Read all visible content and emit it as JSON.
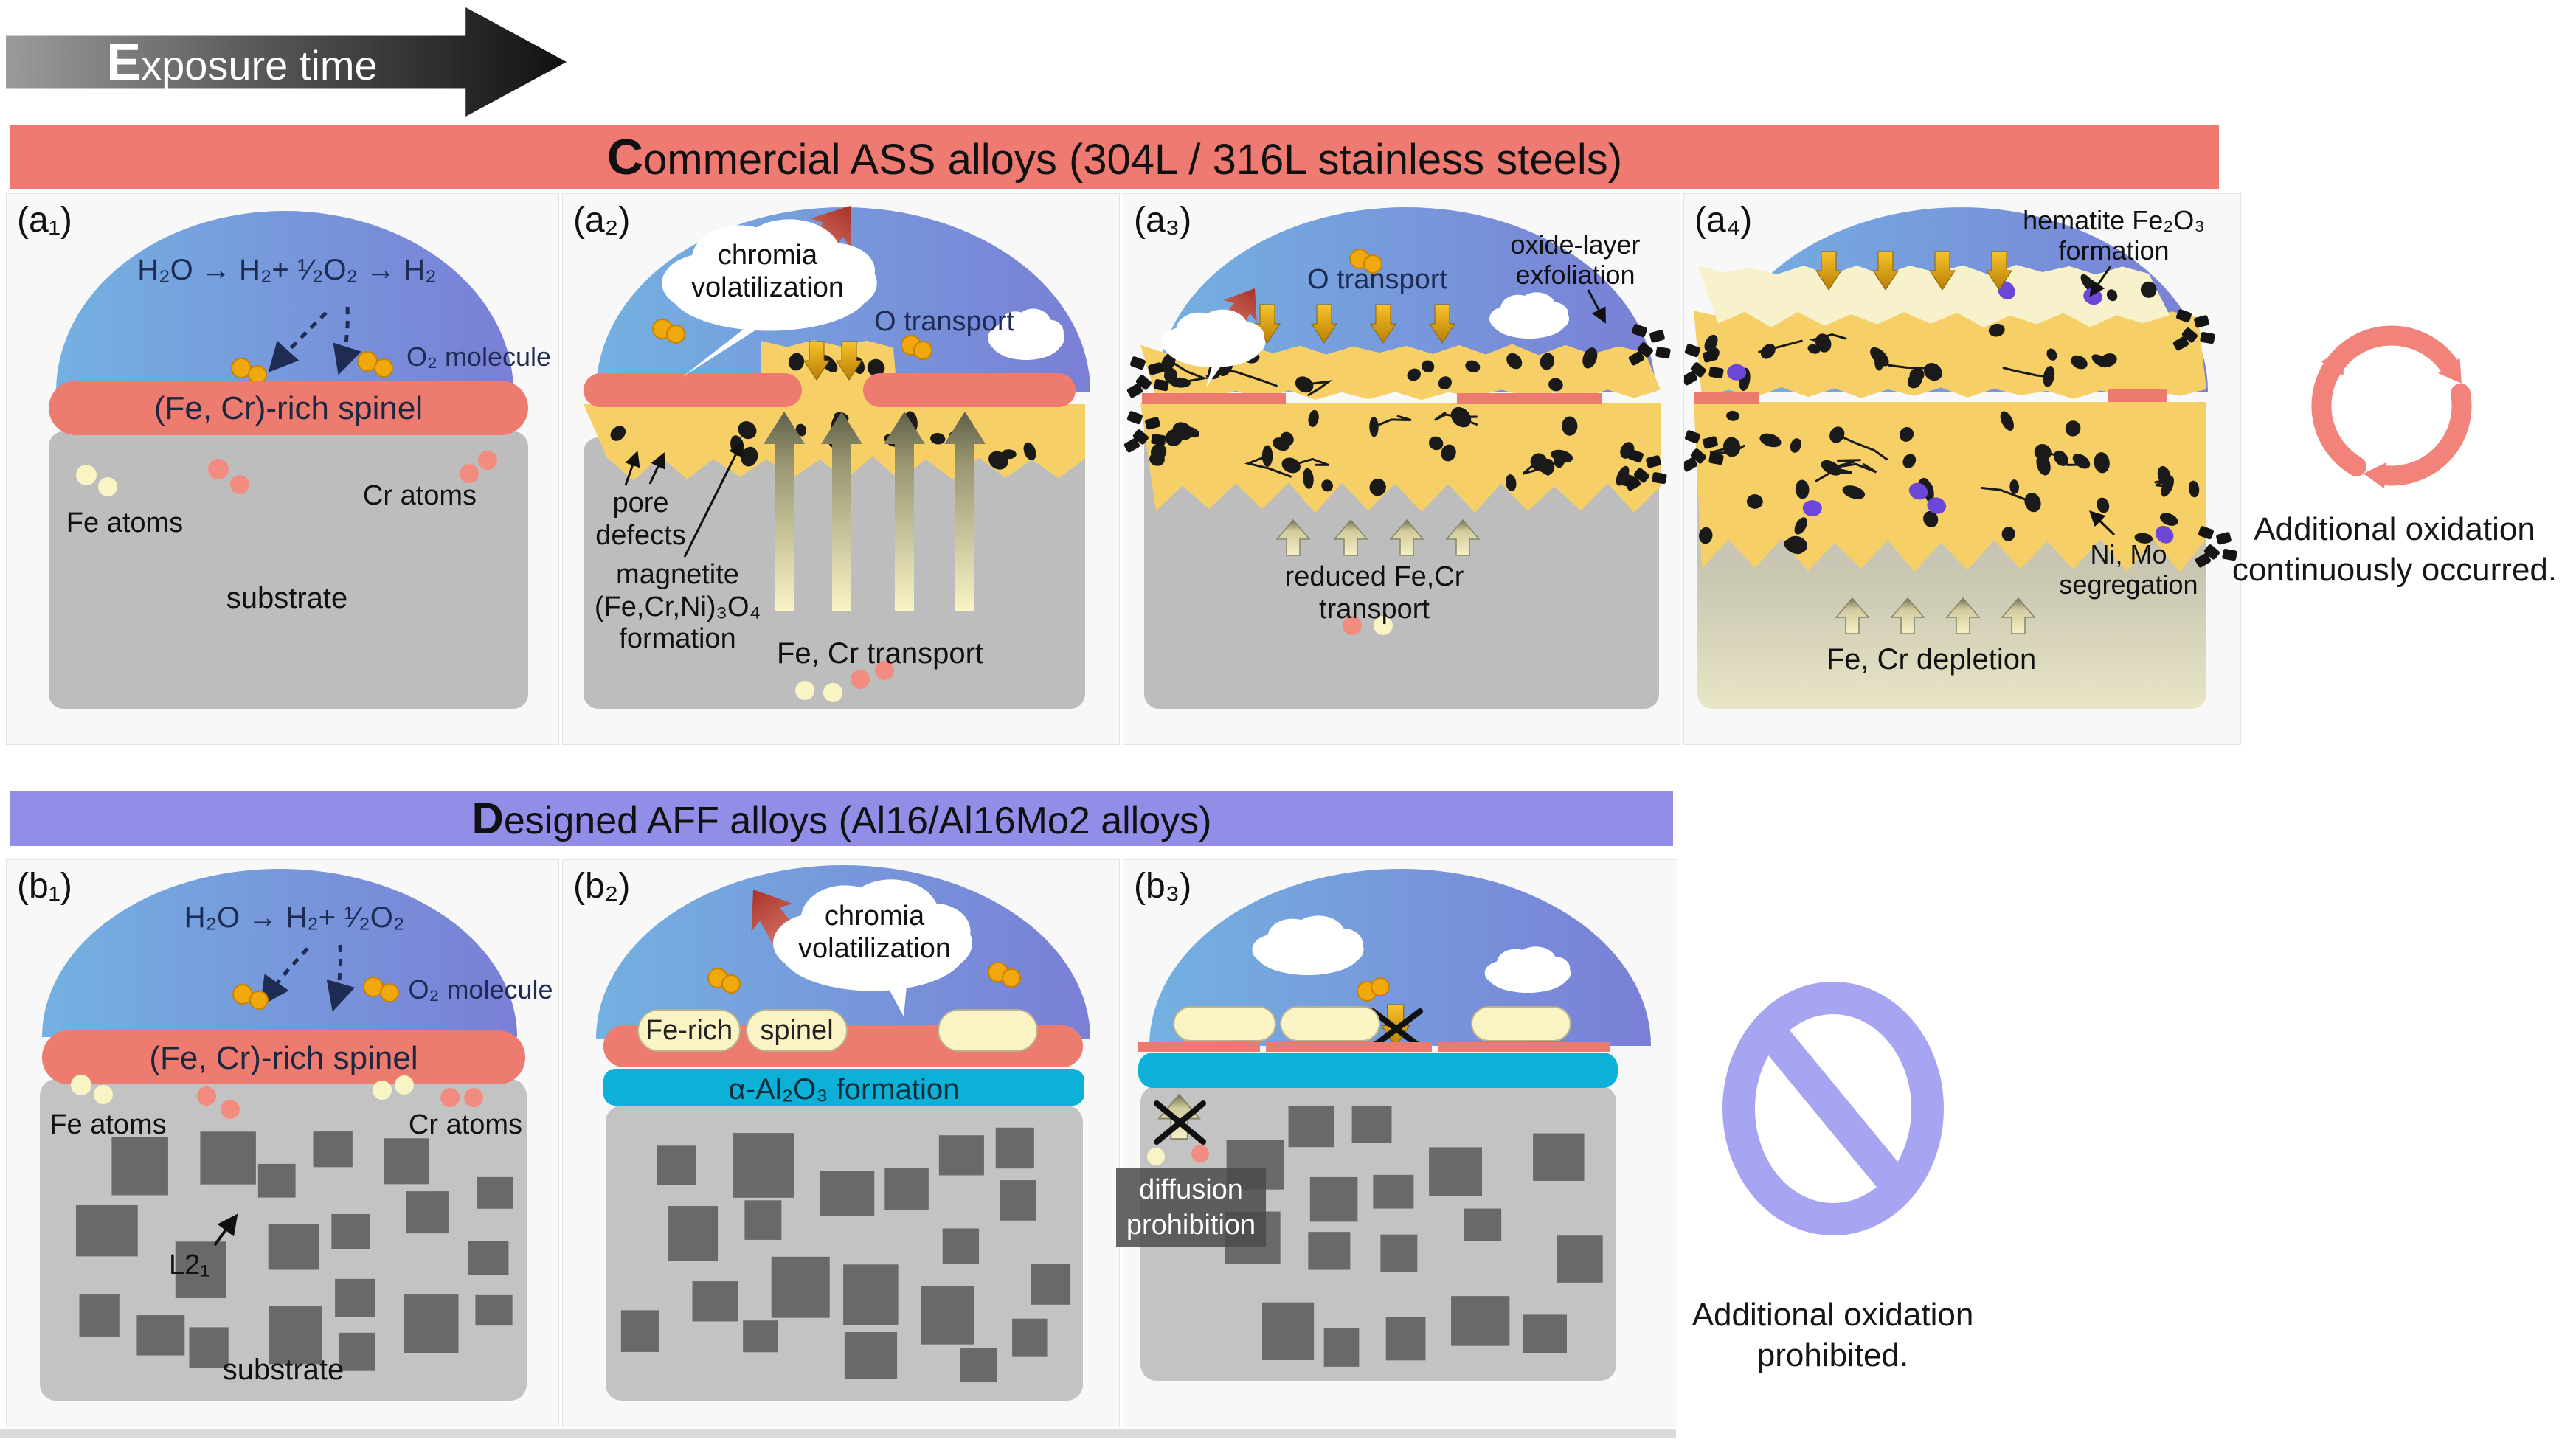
{
  "exposure": {
    "first": "E",
    "rest": "xposure time"
  },
  "sections": {
    "a": {
      "title_first": "C",
      "title_rest": "ommercial ASS alloys (304L / 316L stainless steels)"
    },
    "b": {
      "title_first": "D",
      "title_rest": "esigned AFF alloys (Al16/Al16Mo2 alloys)"
    }
  },
  "panels": {
    "a1": {
      "tag": "(a₁)",
      "formula": "H₂O → H₂+ ¹⁄₂O₂ → H₂",
      "o2": "O₂ molecule",
      "spinel": "(Fe, Cr)-rich spinel",
      "fe": "Fe atoms",
      "cr": "Cr atoms",
      "substrate": "substrate"
    },
    "a2": {
      "tag": "(a₂)",
      "cloud": "chromia volatilization",
      "o_transport": "O transport",
      "pore": "pore defects",
      "magnetite": "magnetite (Fe,Cr,Ni)₃O₄ formation",
      "transport": "Fe, Cr transport"
    },
    "a3": {
      "tag": "(a₃)",
      "o_transport": "O transport",
      "exfoliation": "oxide-layer exfoliation",
      "reduced": "reduced Fe,Cr transport"
    },
    "a4": {
      "tag": "(a₄)",
      "hematite": "hematite Fe₂O₃ formation",
      "nimo": "Ni, Mo segregation",
      "depletion": "Fe, Cr depletion"
    },
    "b1": {
      "tag": "(b₁)",
      "formula": "H₂O → H₂+ ¹⁄₂O₂",
      "o2": "O₂ molecule",
      "spinel": "(Fe, Cr)-rich spinel",
      "fe": "Fe atoms",
      "cr": "Cr atoms",
      "l21": "L2₁",
      "substrate": "substrate"
    },
    "b2": {
      "tag": "(b₂)",
      "cloud": "chromia volatilization",
      "fe_rich": "Fe-rich",
      "spinel": "spinel",
      "alumina": "α-Al₂O₃ formation"
    },
    "b3": {
      "tag": "(b₃)",
      "diffusion": "diffusion prohibition"
    }
  },
  "right": {
    "continuous": "Additional oxidation continuously occurred.",
    "prohibited": "Additional oxidation prohibited."
  },
  "palette": {
    "banner_red": "#ee7a71",
    "banner_purple": "#928ee8",
    "spinel_red": "#ee7b70",
    "oxide_yellow": "#f6d067",
    "hematite_cream": "#f8f2cc",
    "alumina_cyan": "#0db0d6",
    "dome_blue_left": "#74b1e1",
    "dome_blue_right": "#7a7fd6",
    "substrate_gray": "#bdbdbd",
    "precipitate_gray": "#696969",
    "fe_atom": "#f8f4c4",
    "cr_atom": "#f28c80",
    "o2_orange": "#f0a80c",
    "cycle_icon": "#f2837b",
    "prohibit_icon": "#a7a4f1",
    "ni_mo_purple": "#6b46d9"
  }
}
